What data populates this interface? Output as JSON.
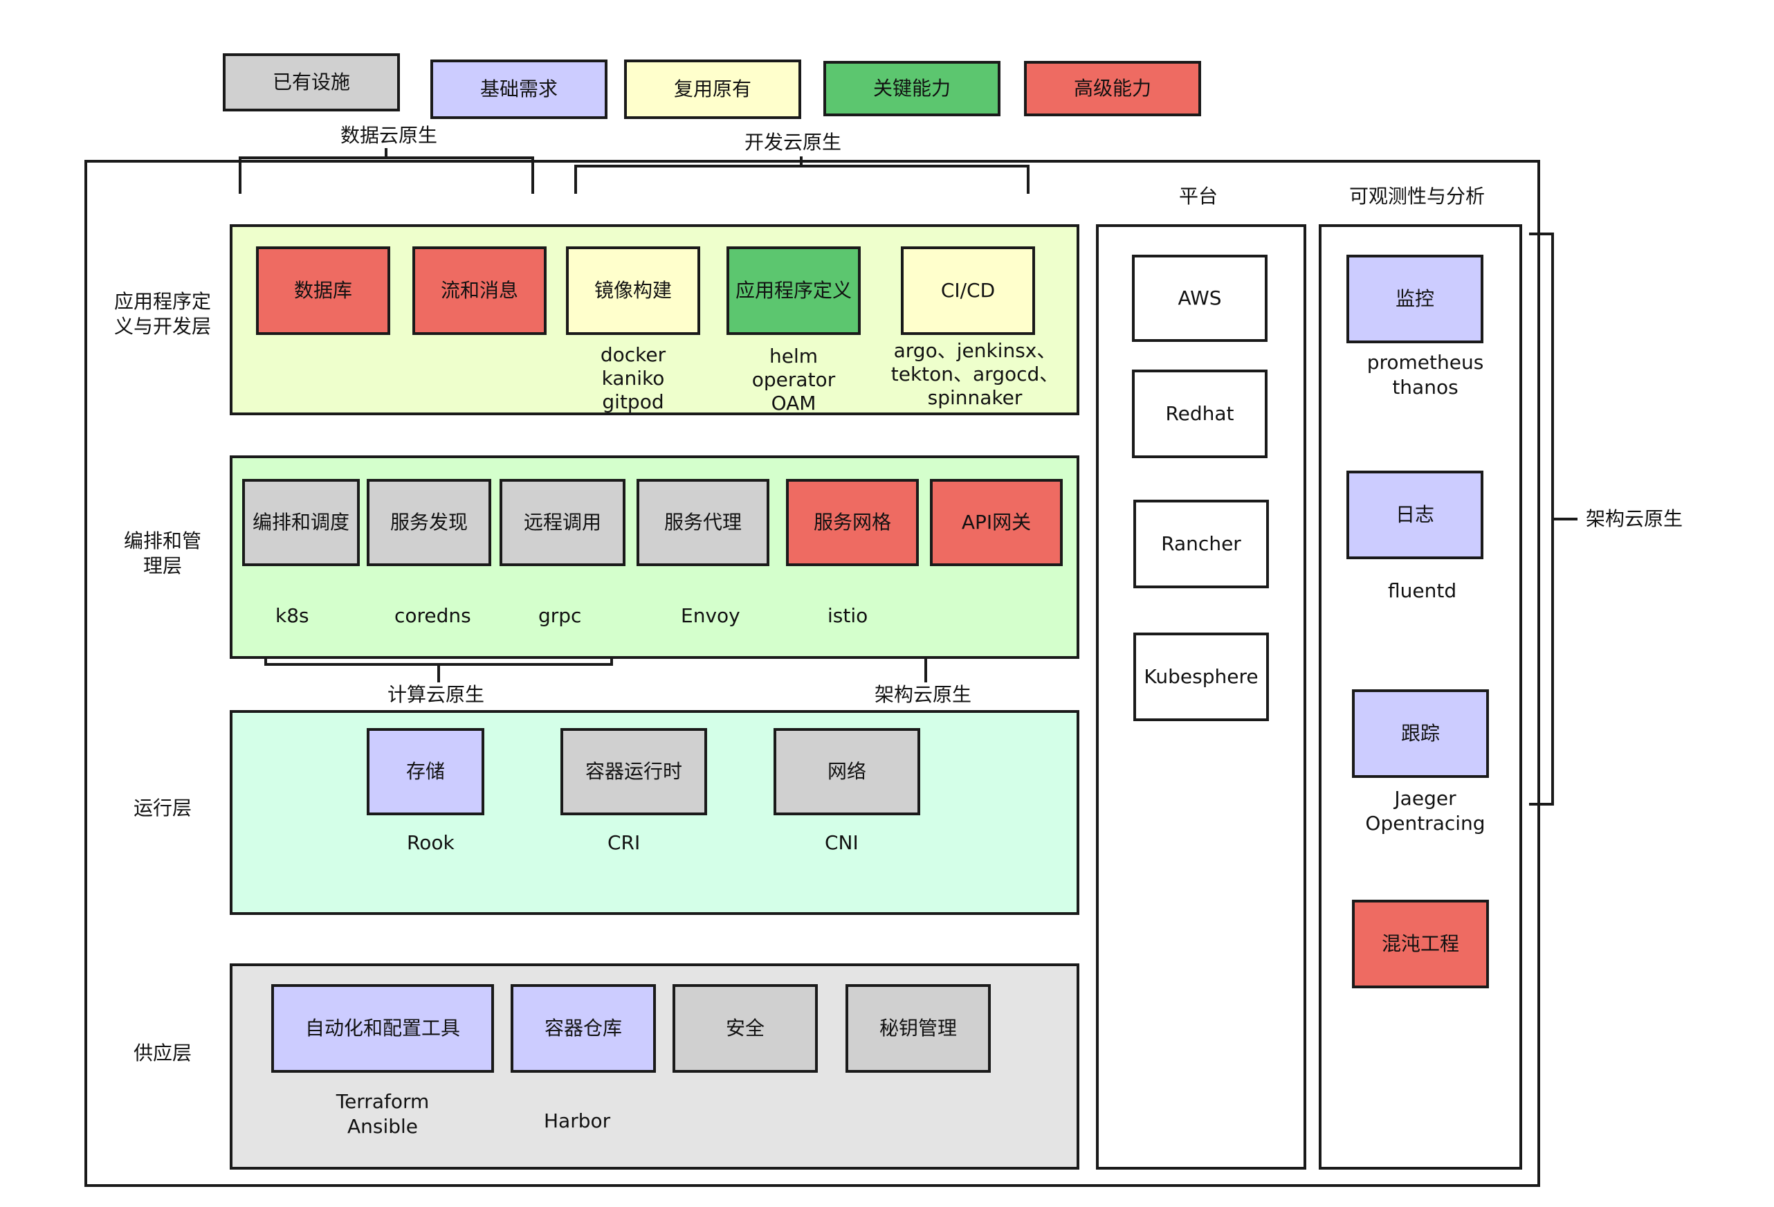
{
  "legend": {
    "existing": "已有设施",
    "basic": "基础需求",
    "reuse": "复用原有",
    "key": "关键能力",
    "advanced": "高级能力"
  },
  "groups": {
    "data_cloud_native": "数据云原生",
    "dev_cloud_native": "开发云原生",
    "compute_cloud_native": "计算云原生",
    "arch_cloud_native_mid": "架构云原生",
    "arch_cloud_native_right": "架构云原生"
  },
  "layers": {
    "app": "应用程序定\n义与开发层",
    "orch": "编排和管\n理层",
    "runtime": "运行层",
    "provision": "供应层"
  },
  "app_layer": {
    "database": "数据库",
    "streaming": "流和消息",
    "image_build": "镜像构建",
    "app_def": "应用程序定义",
    "cicd": "CI/CD",
    "image_tools": "docker\nkaniko\ngitpod",
    "app_def_tools": "helm\noperator\nOAM",
    "cicd_tools": "argo、jenkinsx、\ntekton、argocd、\nspinnaker"
  },
  "orch_layer": {
    "scheduling": "编排和调度",
    "discovery": "服务发现",
    "rpc": "远程调用",
    "proxy": "服务代理",
    "mesh": "服务网格",
    "gateway": "API网关",
    "k8s": "k8s",
    "coredns": "coredns",
    "grpc": "grpc",
    "envoy": "Envoy",
    "istio": "istio"
  },
  "runtime_layer": {
    "storage": "存储",
    "container_runtime": "容器运行时",
    "network": "网络",
    "rook": "Rook",
    "cri": "CRI",
    "cni": "CNI"
  },
  "provision_layer": {
    "automation": "自动化和配置工具",
    "registry": "容器仓库",
    "security": "安全",
    "secrets": "秘钥管理",
    "automation_tools": "Terraform\nAnsible",
    "harbor": "Harbor"
  },
  "platform": {
    "title": "平台",
    "items": [
      "AWS",
      "Redhat",
      "Rancher",
      "Kubesphere"
    ]
  },
  "observability": {
    "title": "可观测性与分析",
    "monitoring": "监控",
    "monitoring_tools": "prometheus\nthanos",
    "logging": "日志",
    "logging_tools": "fluentd",
    "tracing": "跟踪",
    "tracing_tools": "Jaeger\nOpentracing",
    "chaos": "混沌工程"
  },
  "colors": {
    "existing": "#d0d0d0",
    "basic": "#ccccff",
    "reuse": "#ffffcc",
    "key": "#5cc66f",
    "advanced": "#ee6b62",
    "app_layer_bg": "#eeffcc",
    "orch_layer_bg": "#d4ffcc",
    "runtime_layer_bg": "#d4ffe8",
    "provision_layer_bg": "#e4e4e4"
  }
}
